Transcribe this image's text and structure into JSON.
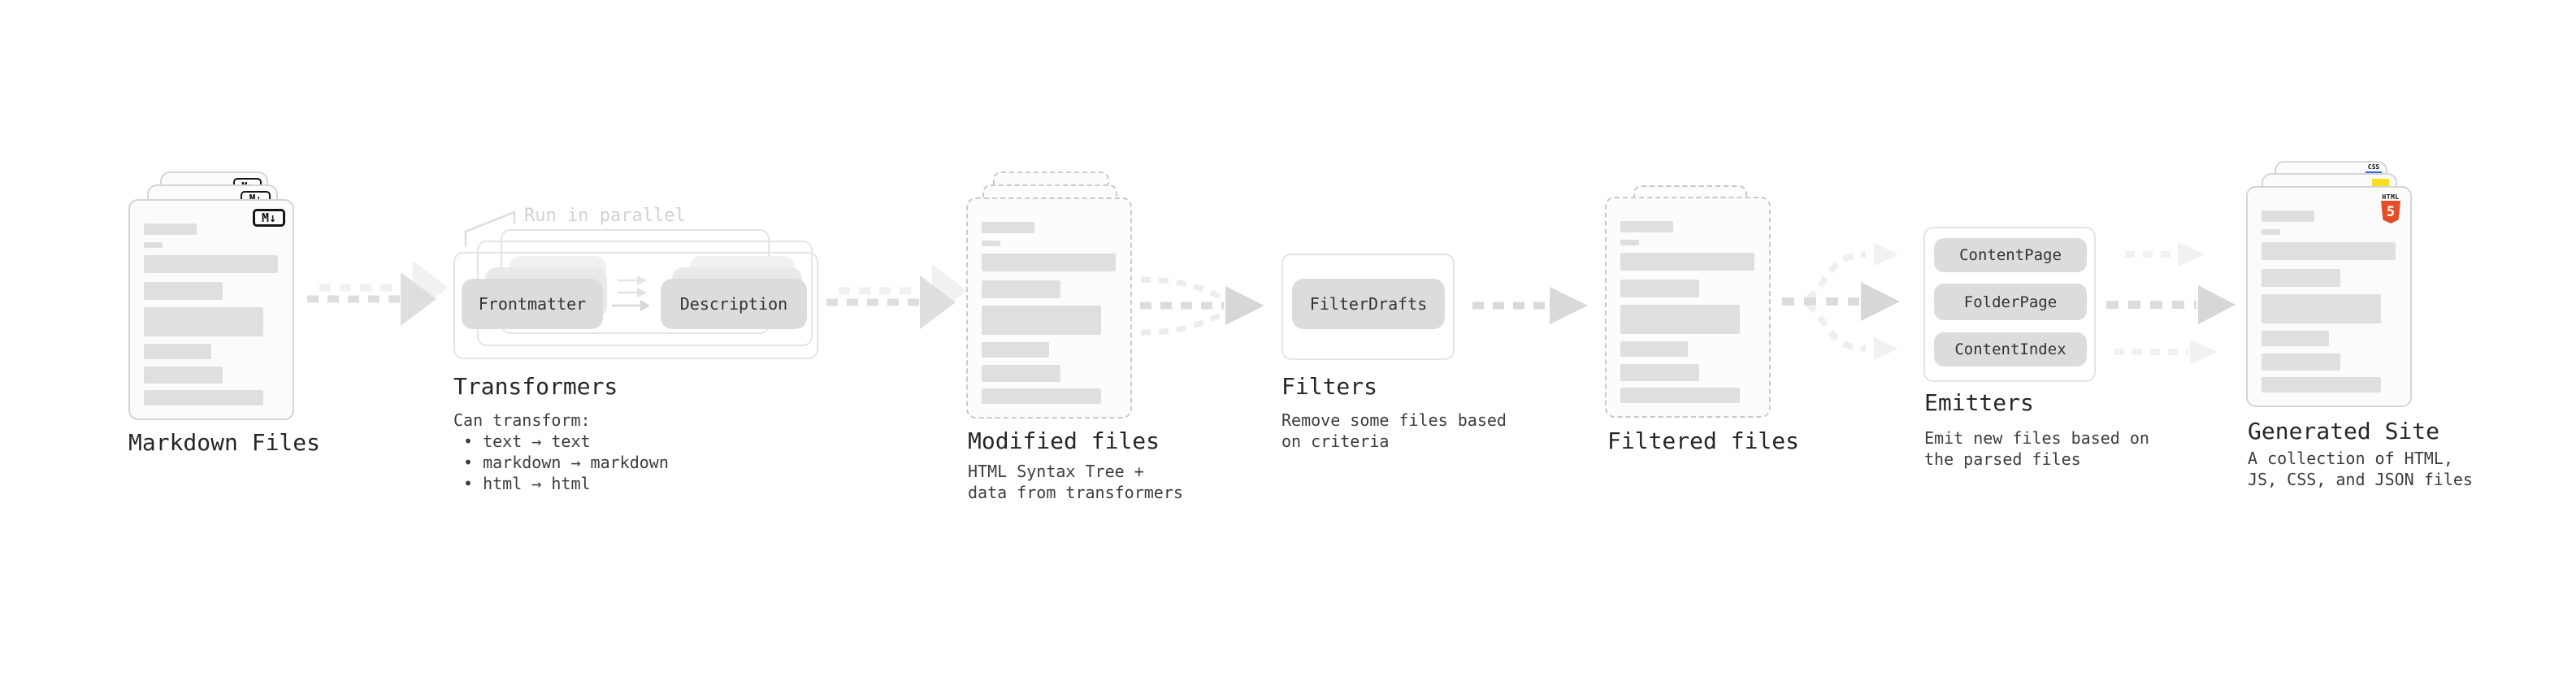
{
  "annotation": {
    "run_in_parallel": "Run in parallel"
  },
  "stages": {
    "markdown_files": {
      "label": "Markdown Files",
      "badge": "M↓"
    },
    "transformers": {
      "label": "Transformers",
      "button_frontmatter": "Frontmatter",
      "button_description": "Description",
      "note_title": "Can transform:",
      "bullets": [
        "• text → text",
        "• markdown → markdown",
        "• html → html"
      ]
    },
    "modified_files": {
      "label": "Modified files",
      "note_line1": "HTML Syntax Tree +",
      "note_line2": "data from transformers"
    },
    "filters": {
      "label": "Filters",
      "button_filterdrafts": "FilterDrafts",
      "note_line1": "Remove some files based",
      "note_line2": "on criteria"
    },
    "filtered_files": {
      "label": "Filtered files"
    },
    "emitters": {
      "label": "Emitters",
      "button_contentpage": "ContentPage",
      "button_folderpage": "FolderPage",
      "button_contentindex": "ContentIndex",
      "note_line1": "Emit new files based on",
      "note_line2": "the parsed files"
    },
    "generated_site": {
      "label": "Generated Site",
      "note_line1": "A collection of HTML,",
      "note_line2": "JS, CSS, and JSON files",
      "badge_css": "CSS",
      "badge_html_word": "HTML",
      "badge_html_number": "5"
    }
  },
  "colors": {
    "html5_orange": "#e44d26",
    "js_yellow": "#f7df1e",
    "css_blue": "#2965f1"
  }
}
